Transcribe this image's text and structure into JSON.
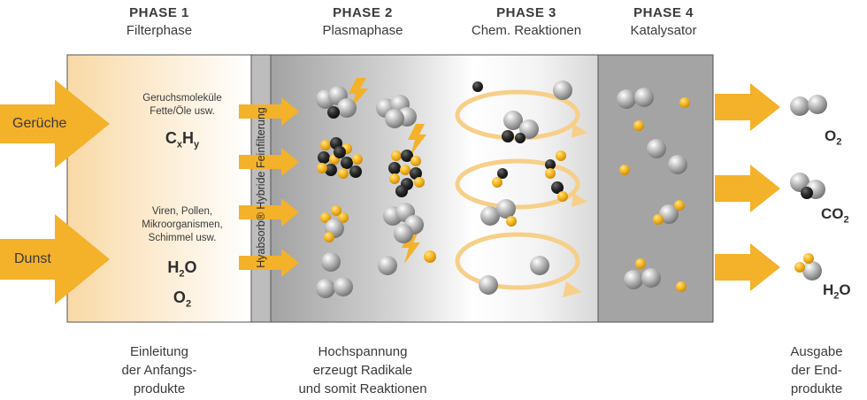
{
  "phases": [
    {
      "title": "PHASE 1",
      "subtitle": "Filterphase"
    },
    {
      "title": "PHASE 2",
      "subtitle": "Plasmaphase"
    },
    {
      "title": "PHASE 3",
      "subtitle": "Chem. Reaktionen"
    },
    {
      "title": "PHASE 4",
      "subtitle": "Katalysator"
    }
  ],
  "inputs": {
    "odors": "Gerüche",
    "haze": "Dunst"
  },
  "phase1": {
    "odor_text_1": "Geruchsmoleküle",
    "odor_text_2": "Fette/Öle usw.",
    "cxhy_main": "C",
    "cxhy_x": "x",
    "cxhy_h": "H",
    "cxhy_y": "y",
    "bio_1": "Viren, Pollen,",
    "bio_2": "Mikroorganismen,",
    "bio_3": "Schimmel usw.",
    "h2o_h": "H",
    "h2o_2": "2",
    "h2o_o": "O",
    "o2_o": "O",
    "o2_2": "2"
  },
  "filter_label": "Hyabsorb® Hybride Feinfilterung",
  "outputs": [
    {
      "main": "O",
      "sub": "2",
      "tail": ""
    },
    {
      "main": "CO",
      "sub": "2",
      "tail": ""
    },
    {
      "main": "H",
      "sub": "2",
      "tail": "O"
    }
  ],
  "bottom": {
    "left_1": "Einleitung",
    "left_2": "der Anfangs-",
    "left_3": "produkte",
    "mid_1": "Hochspannung",
    "mid_2": "erzeugt Radikale",
    "mid_3": "und somit Reaktionen",
    "right_1": "Ausgabe",
    "right_2": "der End-",
    "right_3": "produkte"
  },
  "colors": {
    "accent": "#f4b12a",
    "gray_dark": "#a4a4a4",
    "black_atom": "#1f1f1f"
  }
}
